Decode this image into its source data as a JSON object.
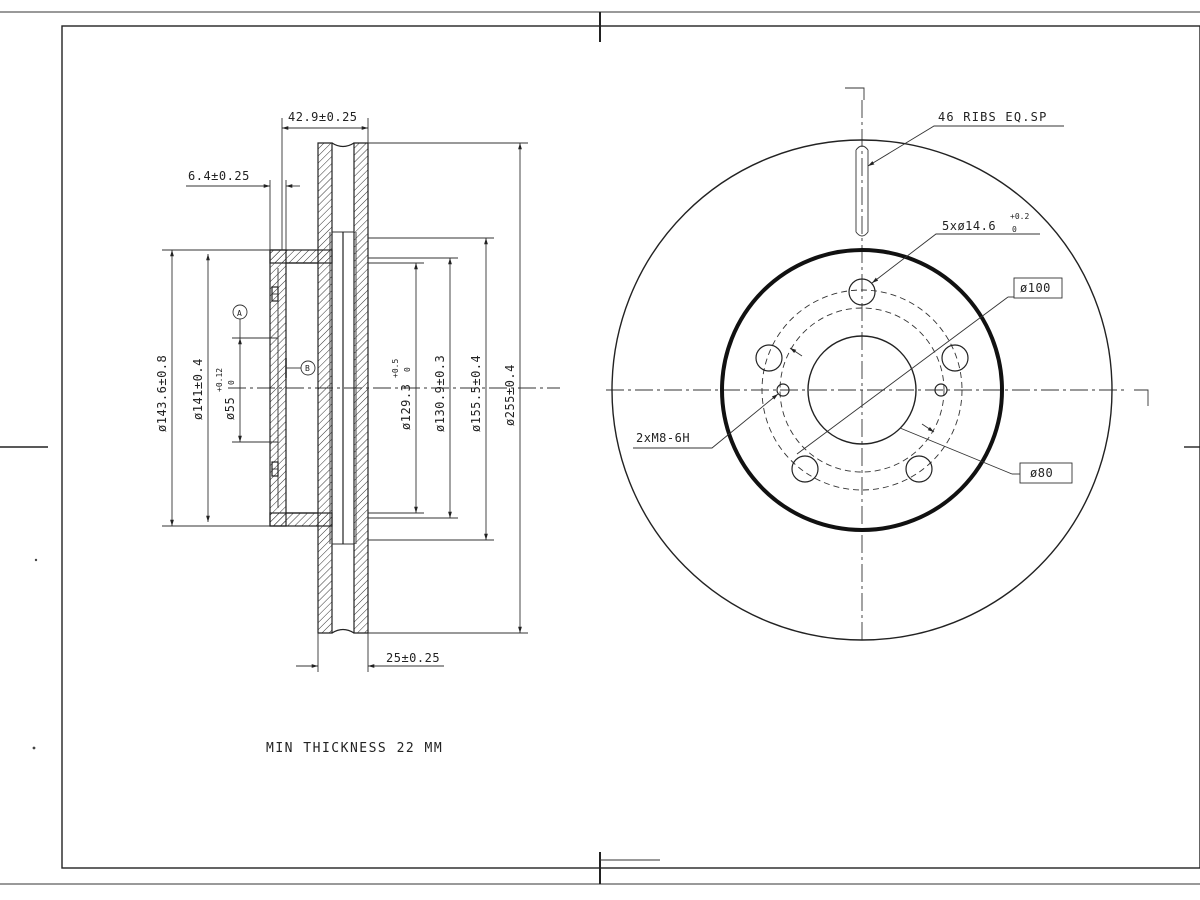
{
  "labels": {
    "overall_width": "42.9±0.25",
    "flange_thickness": "6.4±0.25",
    "disc_thickness": "25±0.25",
    "d143": "ø143.6±0.8",
    "d141": "ø141±0.4",
    "d55_main": "ø55",
    "d55_tol_upper": "+0.12",
    "d55_tol_lower": "0",
    "d129_main": "ø129.3",
    "d129_tol_upper": "+0.5",
    "d129_tol_lower": "0",
    "d130": "ø130.9±0.3",
    "d155": "ø155.5±0.4",
    "d255": "ø255±0.4",
    "datum_a": "A",
    "datum_b": "B",
    "min_thickness": "MIN THICKNESS 22 MM",
    "ribs": "46 RIBS EQ.SP",
    "bolt_holes_main": "5xø14.6",
    "bolt_tol_upper": "+0.2",
    "bolt_tol_lower": "0",
    "pcd": "ø100",
    "center_bore": "ø80",
    "thread": "2xM8-6H"
  }
}
